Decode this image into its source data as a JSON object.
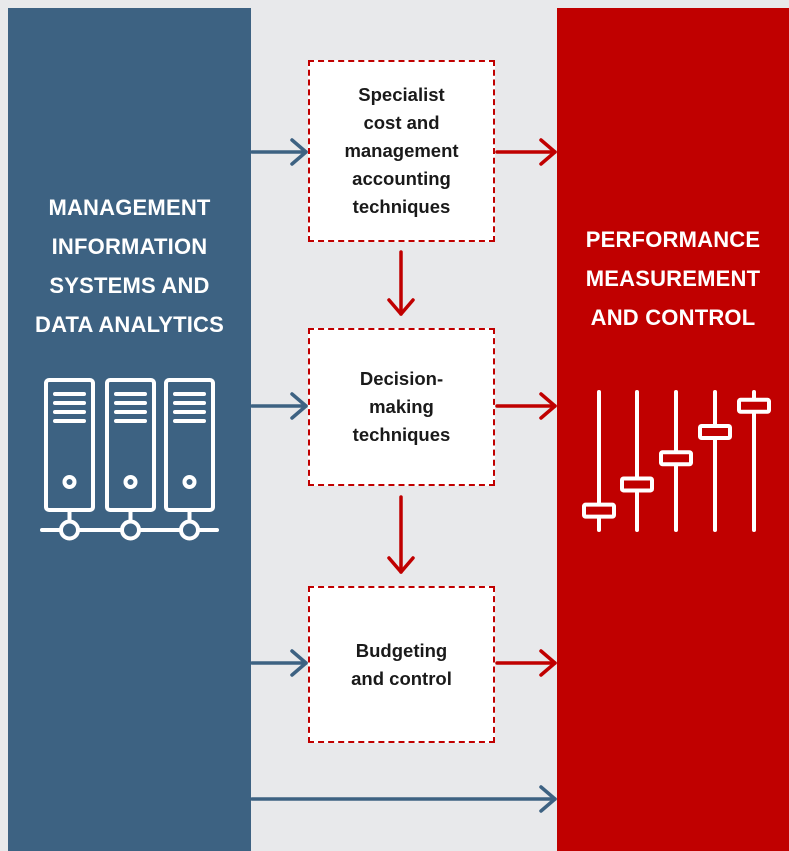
{
  "colors": {
    "background": "#e8e9eb",
    "left_panel": "#3d6282",
    "right_panel": "#c00000",
    "box_border": "#c00000",
    "icon_stroke": "#ffffff"
  },
  "left_panel": {
    "title_lines": [
      "MANAGEMENT",
      "INFORMATION",
      "SYSTEMS AND",
      "DATA ANALYTICS"
    ],
    "icon": "server-rack-icon"
  },
  "right_panel": {
    "title_lines": [
      "PERFORMANCE",
      "MEASUREMENT",
      "AND CONTROL"
    ],
    "icon": "mixer-sliders-icon"
  },
  "boxes": [
    {
      "lines": [
        "Specialist",
        "cost and",
        "management",
        "accounting",
        "techniques"
      ]
    },
    {
      "lines": [
        "Decision-",
        "making",
        "techniques"
      ]
    },
    {
      "lines": [
        "Budgeting",
        "and control"
      ]
    }
  ],
  "slider_levels": [
    0.14,
    0.33,
    0.52,
    0.71,
    0.9
  ]
}
